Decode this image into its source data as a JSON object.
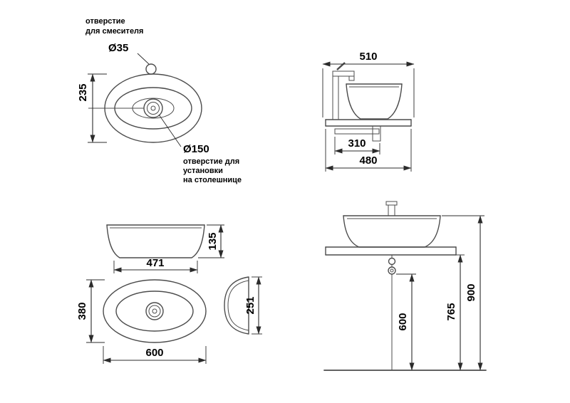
{
  "meta": {
    "description": "Технический чертёж накладной раковины с размерами"
  },
  "colors": {
    "background": "#ffffff",
    "line": "#4c4c4c",
    "dimension": "#2b2b2b",
    "text": "#000000"
  },
  "top_view": {
    "note_mixer_line1": "отверстие",
    "note_mixer_line2": "для смесителя",
    "dim_mixer_hole": "Ø35",
    "dim_depth": "235",
    "dim_drain": "Ø150",
    "note_drain_line1": "отверстие для",
    "note_drain_line2": "установки",
    "note_drain_line3": "на столешнице"
  },
  "side_view": {
    "dim_overall_depth": "510",
    "dim_bracket": "310",
    "dim_counter_depth": "480"
  },
  "front_view": {
    "dim_height": "135",
    "dim_top_width": "471"
  },
  "plan_view": {
    "dim_depth": "380",
    "dim_width": "600"
  },
  "profile_view": {
    "dim_depth": "251"
  },
  "installation_view": {
    "dim_drain_height": "600",
    "dim_counter_height": "765",
    "dim_total_height": "900"
  }
}
